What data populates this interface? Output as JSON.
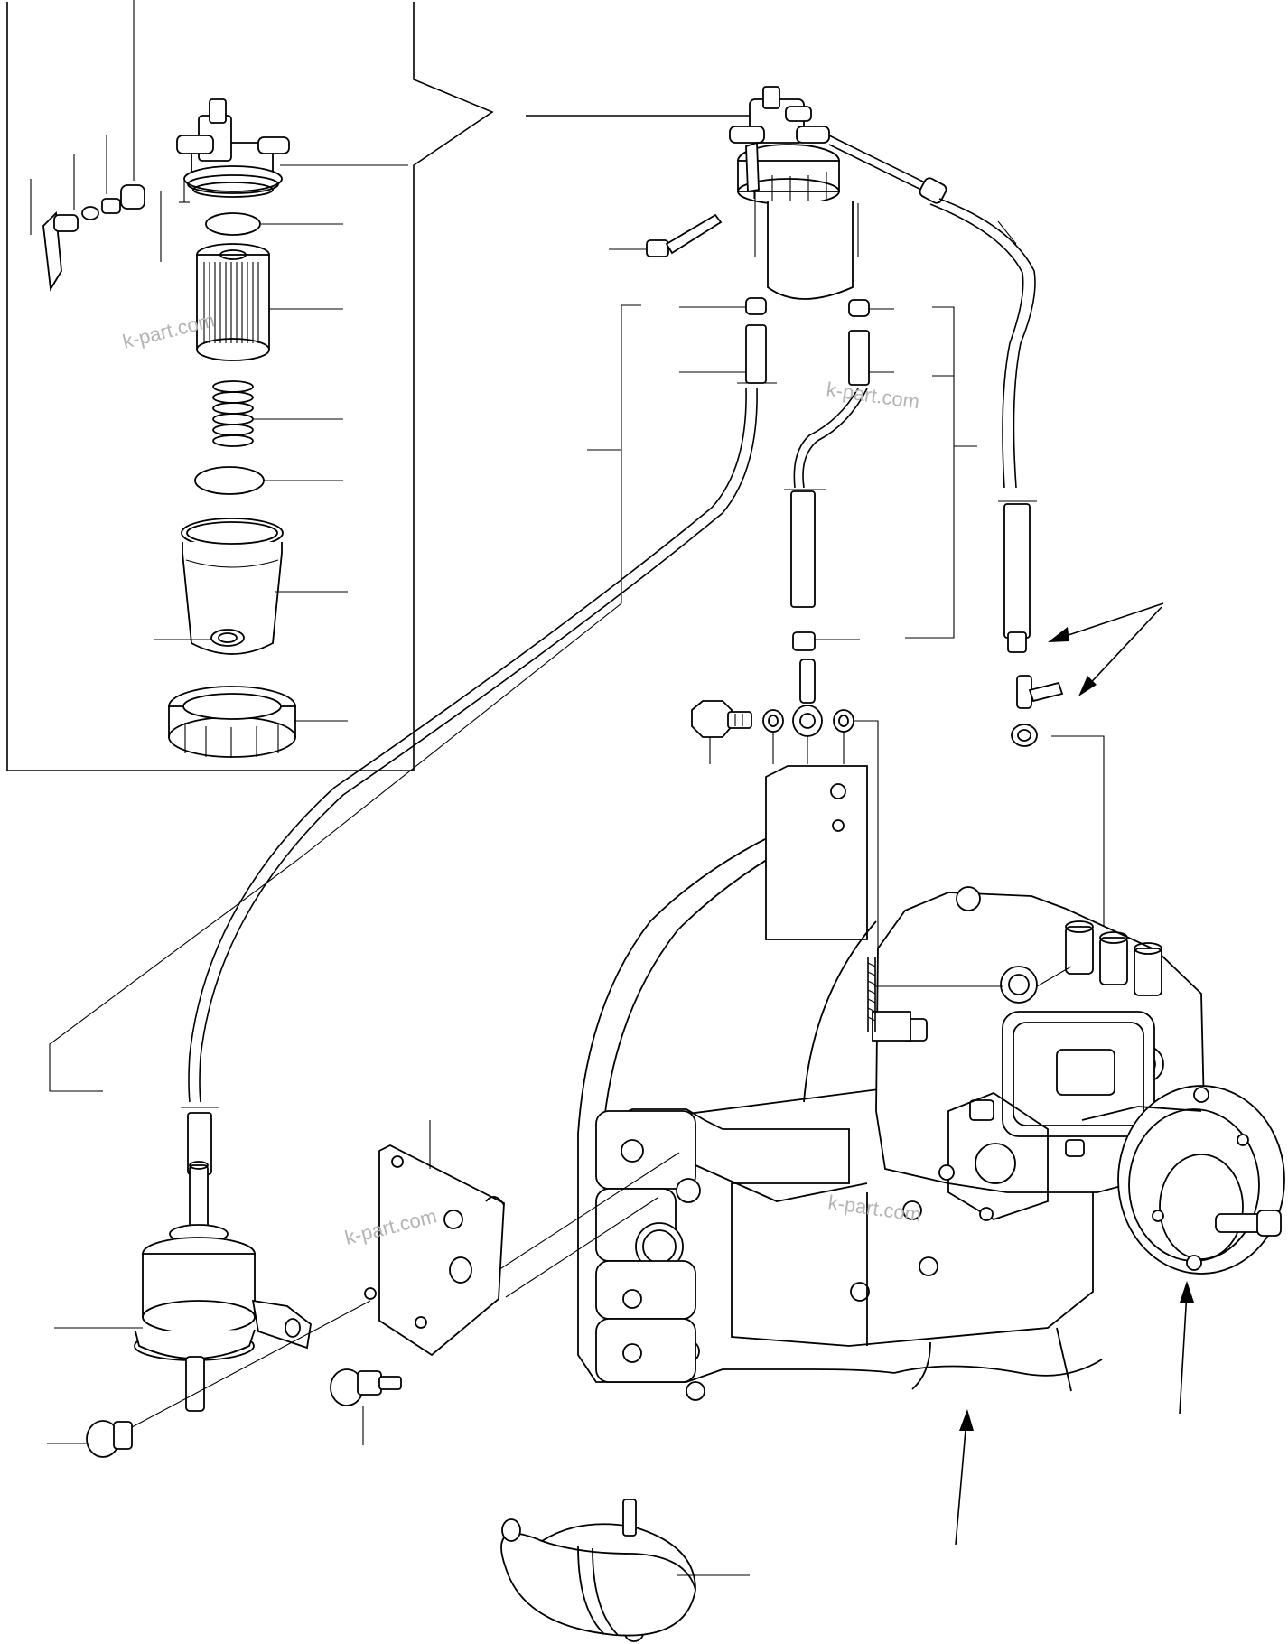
{
  "watermarks": [
    "k-part.com",
    "k-part.com",
    "k-part.com",
    "k-part.com"
  ],
  "colors": {
    "line": "#000000",
    "background": "#ffffff",
    "watermark": "#b4b4b4"
  }
}
